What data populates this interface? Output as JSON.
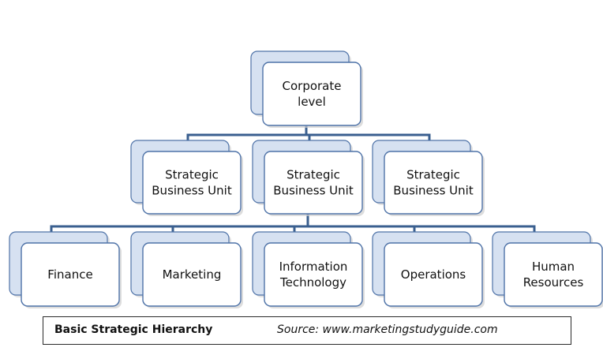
{
  "diagram": {
    "root": {
      "lines": [
        "Corporate",
        "level"
      ]
    },
    "units": [
      {
        "lines": [
          "Strategic",
          "Business Unit"
        ]
      },
      {
        "lines": [
          "Strategic",
          "Business Unit"
        ]
      },
      {
        "lines": [
          "Strategic",
          "Business Unit"
        ]
      }
    ],
    "functions": [
      {
        "lines": [
          "Finance"
        ]
      },
      {
        "lines": [
          "Marketing"
        ]
      },
      {
        "lines": [
          "Information",
          "Technology"
        ]
      },
      {
        "lines": [
          "Operations"
        ]
      },
      {
        "lines": [
          "Human",
          "Resources"
        ]
      }
    ],
    "colors": {
      "connector": "#3a5f8f",
      "node_border": "#4f73a8",
      "node_fill": "#ffffff",
      "back_fill": "#d6e1f1",
      "shadow": "#cfcfcf"
    }
  },
  "caption": {
    "title": "Basic Strategic Hierarchy",
    "source": "Source: www.marketingstudyguide.com"
  }
}
